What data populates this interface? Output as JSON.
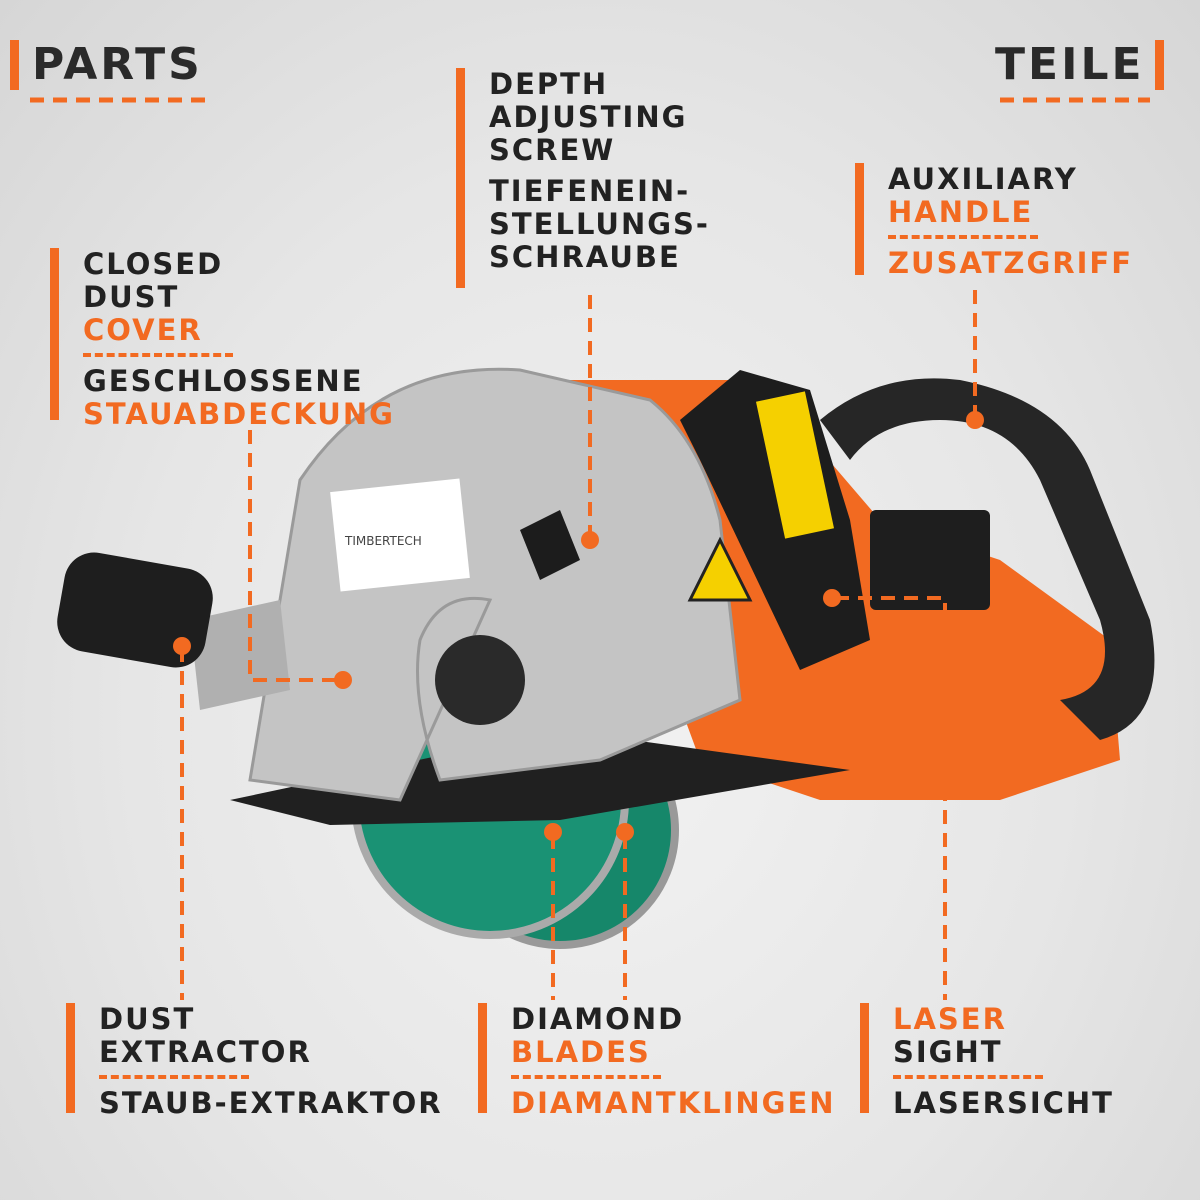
{
  "header": {
    "left_title": "PARTS",
    "right_title": "TEILE"
  },
  "brand_label": "TIMBERTECH",
  "callouts": {
    "depth": {
      "en": [
        "DEPTH",
        "ADJUSTING",
        "SCREW"
      ],
      "de": [
        "TIEFENEIN-",
        "STELLUNGS-",
        "SCHRAUBE"
      ]
    },
    "cover": {
      "en": [
        "CLOSED",
        "DUST",
        "COVER"
      ],
      "de": [
        "GESCHLOSSENE",
        "STAUABDECKUNG"
      ]
    },
    "handle": {
      "en": [
        "AUXILIARY",
        "HANDLE"
      ],
      "de": [
        "ZUSATZGRIFF"
      ]
    },
    "extractor": {
      "en": [
        "DUST",
        "EXTRACTOR"
      ],
      "de": [
        "STAUB-EXTRAKTOR"
      ]
    },
    "blades": {
      "en": [
        "DIAMOND",
        "BLADES"
      ],
      "de": [
        "DIAMANTKLINGEN"
      ]
    },
    "laser": {
      "en": [
        "LASER",
        "SIGHT"
      ],
      "de": [
        "LASERSICHT"
      ]
    }
  },
  "colors": {
    "accent": "#f26a21",
    "text": "#222222"
  }
}
